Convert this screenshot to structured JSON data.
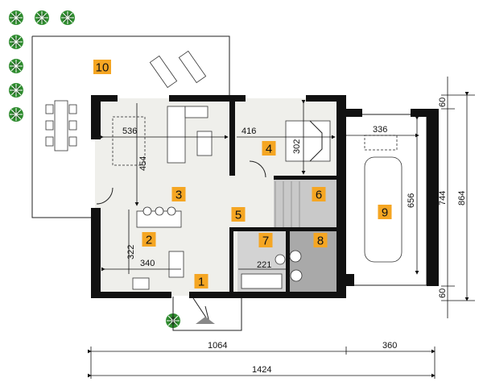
{
  "plan": {
    "label_color": "#f5a623",
    "rooms": [
      {
        "number": "1"
      },
      {
        "number": "2"
      },
      {
        "number": "3"
      },
      {
        "number": "4"
      },
      {
        "number": "5"
      },
      {
        "number": "6"
      },
      {
        "number": "7"
      },
      {
        "number": "8"
      },
      {
        "number": "9"
      },
      {
        "number": "10"
      }
    ],
    "interior_dimensions": {
      "living_width": "536",
      "dining_depth": "454",
      "bedroom_width": "416",
      "bedroom_depth": "302",
      "kitchen_depth": "322",
      "kitchen_width": "340",
      "bathroom_width": "221",
      "garage_width": "336",
      "garage_depth": "656"
    },
    "outer_dimensions": {
      "top_offset": "60",
      "garage_length": "744",
      "bottom_offset": "60",
      "total_depth": "864",
      "house_width": "1064",
      "garage_outer_width": "360",
      "total_width": "1424"
    }
  }
}
